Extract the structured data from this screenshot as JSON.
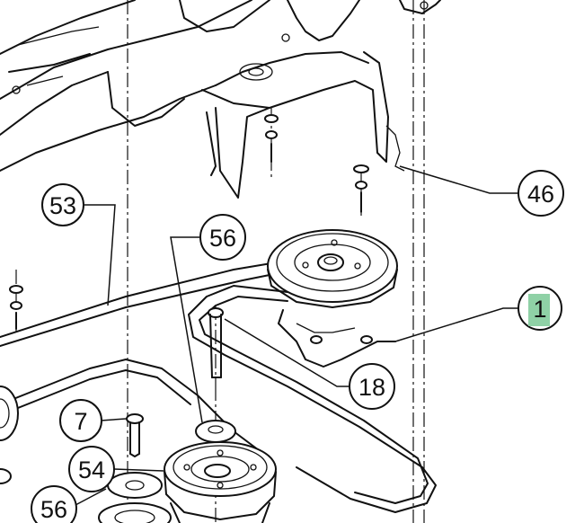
{
  "callouts": [
    {
      "id": "46",
      "label": "46"
    },
    {
      "id": "53",
      "label": "53"
    },
    {
      "id": "56a",
      "label": "56"
    },
    {
      "id": "1",
      "label": "1",
      "highlight": "#8fd1a6"
    },
    {
      "id": "18",
      "label": "18"
    },
    {
      "id": "7",
      "label": "7"
    },
    {
      "id": "54",
      "label": "54"
    },
    {
      "id": "56b",
      "label": "56"
    }
  ]
}
